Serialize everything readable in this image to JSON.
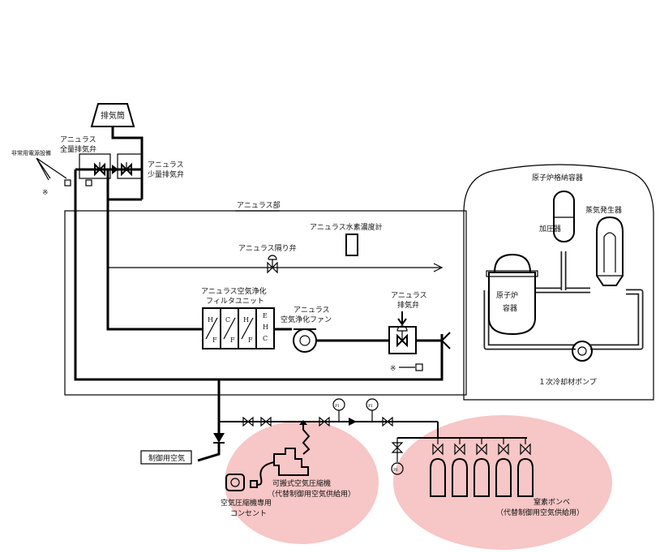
{
  "labels": {
    "stack": "排気筒",
    "annulus_full_exhaust_valve": "アニュラス\n全量排気弁",
    "annulus_small_exhaust_valve": "アニュラス\n少量排気弁",
    "noncritical_power": "非常用電源設備",
    "annulus_section": "アニュラス部",
    "annulus_hydrogen_meter": "アニュラス水素濃度計",
    "annulus_isolation_valve": "アニュラス隔り弁",
    "filter_unit": "アニュラス空気浄化\nフィルタユニット",
    "cleanup_fan": "アニュラス\n空気浄化ファン",
    "annulus_exhaust_valve": "アニュラス\n排気弁",
    "containment_vessel": "原子炉格納容器",
    "steam_generator": "蒸気発生器",
    "pressurizer": "加圧器",
    "reactor_vessel": "原子炉\n容器",
    "rcp": "１次冷却材ポンプ",
    "control_air": "制御用空気",
    "portable_compressor": "可搬式空気圧縮機\n（代替制御用空気供給用）",
    "compressor_outlet": "空気圧縮機専用\nコンセント",
    "nitrogen_cylinders": "窒素ボンベ\n（代替制御用空気供給用）",
    "filter_letters": [
      "H",
      "F",
      "C",
      "F",
      "H",
      "F",
      "E",
      "H",
      "C"
    ],
    "gauge_label": "PI",
    "star_marks": "※"
  },
  "colors": {
    "highlight_fill": "#f7c6c6",
    "line": "#000000"
  }
}
